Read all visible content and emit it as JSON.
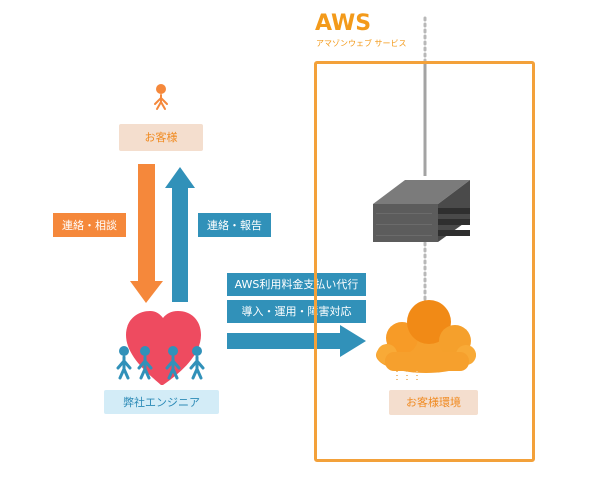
{
  "labels": {
    "customer": "お客様",
    "engineers": "弊社エンジニア",
    "contact_consult": "連絡・相談",
    "contact_report": "連絡・報告",
    "payment": "AWS利用料金支払い代行",
    "operations": "導入・運用・障害対応",
    "aws_title": "AWS",
    "aws_subtitle": "アマゾンウェブ サービス",
    "customer_environment": "お客様環境"
  },
  "icons": {
    "customer": "person-icon",
    "engineers": "heart-team-icon",
    "server": "server-icon",
    "cloud": "cloud-icon"
  },
  "colors": {
    "orange": "#f5883b",
    "blue": "#3191b9",
    "aws_orange": "#f39a1a",
    "light_orange": "#f4dece",
    "light_blue": "#d3ecf7"
  }
}
